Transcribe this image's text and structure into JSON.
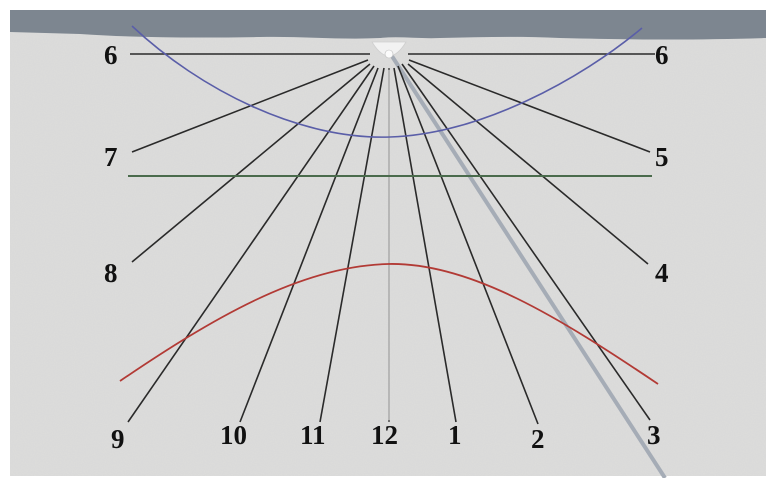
{
  "colors": {
    "sky": "#7d8690",
    "wall": "#dddddc",
    "hour_line": "#2a2a2a",
    "morning_curve": "#5a5ea8",
    "equinox_line": "#4a6b4c",
    "evening_curve": "#b23a35",
    "gnomon_shadow": "#a5acb6",
    "label": "#111111"
  },
  "hour_labels": {
    "left_6": "6",
    "right_6": "6",
    "h7": "7",
    "h5": "5",
    "h8": "8",
    "h4": "4",
    "h9": "9",
    "h10": "10",
    "h11": "11",
    "h12": "12",
    "h1": "1",
    "h2": "2",
    "h3": "3"
  }
}
